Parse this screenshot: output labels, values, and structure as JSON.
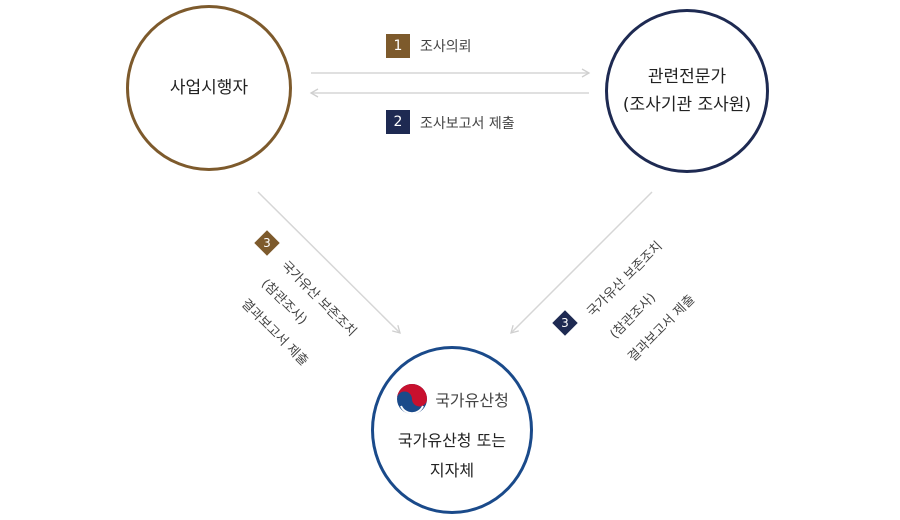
{
  "nodes": {
    "project_operator": "사업시행자",
    "expert_line1": "관련전문가",
    "expert_line2": "(조사기관 조사원)",
    "authority_logo_name": "국가유산청",
    "authority_line1": "국가유산청 또는",
    "authority_line2": "지자체"
  },
  "steps": {
    "s1_num": "1",
    "s1_label": "조사의뢰",
    "s2_num": "2",
    "s2_label": "조사보고서 제출",
    "s3_num": "3",
    "s3_left_line1": "국가유산 보존조치",
    "s3_left_line2": "(참관조사)",
    "s3_left_line3": "결과보고서 제출",
    "s3_right_line1": "국가유산 보존조치",
    "s3_right_line2": "(참관조사)",
    "s3_right_line3": "결과보고서 제출"
  },
  "colors": {
    "gold": "#7d5a2c",
    "navy": "#1e2a52",
    "blue": "#1a4a8a",
    "arrow": "#d6d6d6"
  }
}
